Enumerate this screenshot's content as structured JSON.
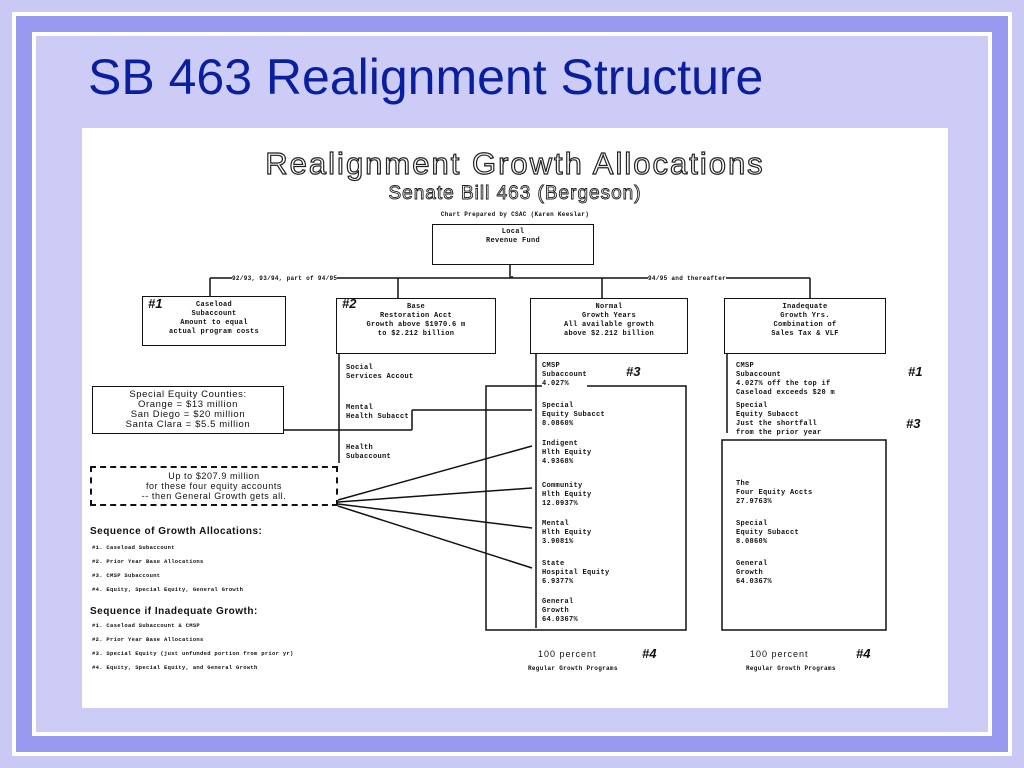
{
  "slide": {
    "title": "SB 463 Realignment Structure",
    "colors": {
      "band": "#9999ee",
      "panel": "#ccccf7",
      "title": "#0a1f9e"
    }
  },
  "chart": {
    "title": "Realignment Growth Allocations",
    "subtitle": "Senate Bill 463 (Bergeson)",
    "credit": "Chart Prepared by CSAC (Karen Keeslar)",
    "top_box": "Local\nRevenue Fund",
    "period_left": "92/93, 93/94, part of 94/95",
    "period_right": "94/95 and thereafter",
    "col1": {
      "num": "#1",
      "box": "Caseload\nSubaccount\nAmount to equal\nactual program costs"
    },
    "col2": {
      "num": "#2",
      "box": "Base\nRestoration Acct\nGrowth above $1970.6 m\nto $2.212 billion",
      "items": [
        "Social\nServices Accout",
        "Mental\nHealth Subacct",
        "Health\nSubaccount"
      ]
    },
    "col3": {
      "box": "Normal\nGrowth Years\nAll available growth\nabove $2.212 billion",
      "items": [
        "CMSP\nSubaccount\n4.027%",
        "Special\nEquity Subacct\n8.0860%",
        "Indigent\nHlth Equity\n4.9368%",
        "Community\nHlth Equity\n12.0937%",
        "Mental\nHlth Equity\n3.9081%",
        "State\nHospital Equity\n6.9377%",
        "General\nGrowth\n64.0367%"
      ],
      "num_cmsp": "#3",
      "footer_num": "#4",
      "footer_percent": "100 percent",
      "footer_label": "Regular Growth Programs"
    },
    "col4": {
      "box": "Inadequate\nGrowth Yrs.\nCombination of\nSales Tax & VLF",
      "items": [
        "CMSP\nSubaccount\n4.027% off the top if\nCaseload exceeds $20 m",
        "Special\nEquity Subacct\nJust the shortfall\nfrom the prior year",
        "The\nFour Equity Accts\n27.9763%",
        "Special\nEquity Subacct\n8.0860%",
        "General\nGrowth\n64.0367%"
      ],
      "num_cmsp": "#1",
      "num_special": "#3",
      "footer_num": "#4",
      "footer_percent": "100 percent",
      "footer_label": "Regular Growth Programs"
    },
    "equity_counties": {
      "title": "Special Equity Counties:",
      "lines": [
        "Orange = $13 million",
        "San Diego = $20 million",
        "Santa Clara = $5.5 million"
      ]
    },
    "equity_note": [
      "Up to $207.9 million",
      "for these four equity accounts",
      "-- then General Growth gets all."
    ],
    "sequence_growth": {
      "heading": "Sequence of Growth Allocations:",
      "items": [
        "#1. Caseload Subaccount",
        "#2. Prior Year Base Allocations",
        "#3. CMSP Subaccount",
        "#4. Equity, Special Equity, General Growth"
      ]
    },
    "sequence_inadequate": {
      "heading": "Sequence if Inadequate Growth:",
      "items": [
        "#1. Caseload Subaccount & CMSP",
        "#2. Prior Year Base Allocations",
        "#3. Special Equity (just unfunded portion from prior yr)",
        "#4. Equity, Special Equity, and General Growth"
      ]
    }
  }
}
